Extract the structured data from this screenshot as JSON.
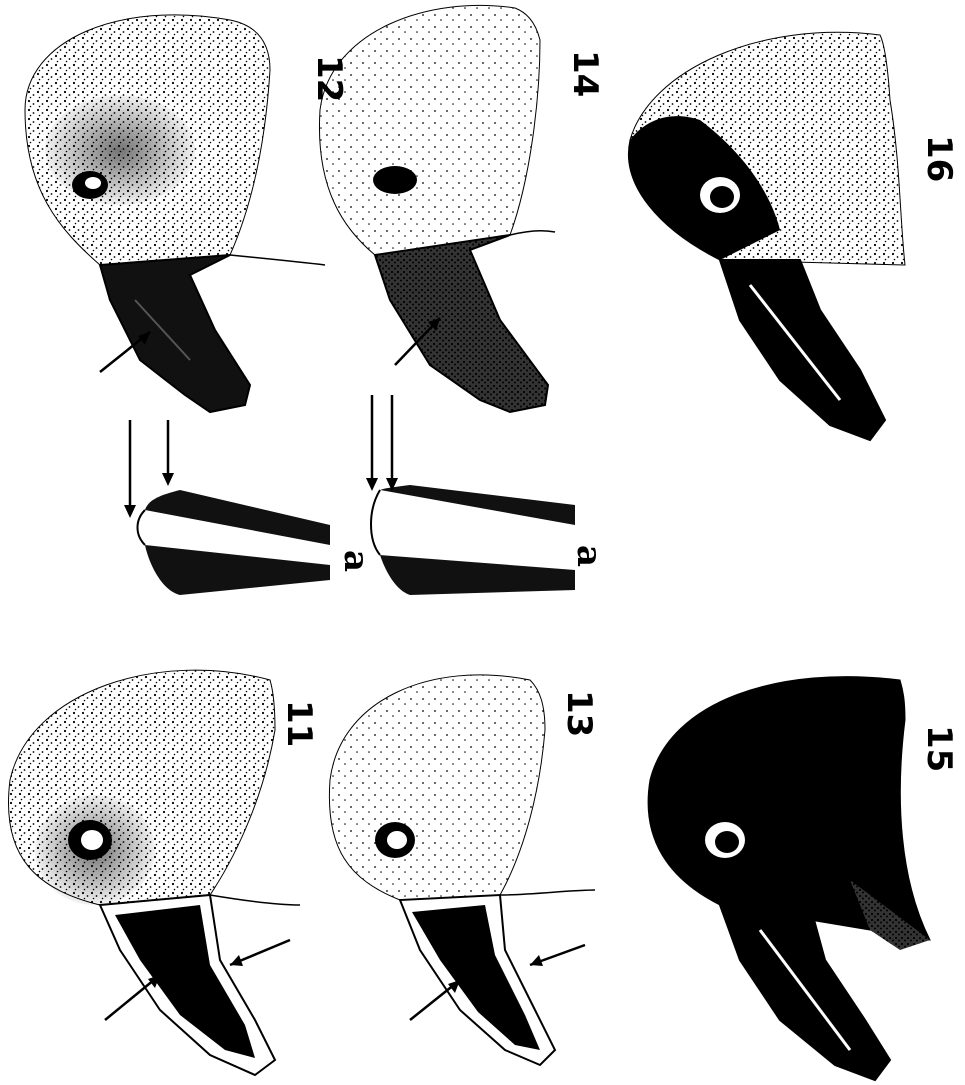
{
  "plate": {
    "figures": [
      {
        "id": "11",
        "label": "11"
      },
      {
        "id": "12",
        "label": "12"
      },
      {
        "id": "13",
        "label": "13"
      },
      {
        "id": "14",
        "label": "14"
      },
      {
        "id": "15",
        "label": "15"
      },
      {
        "id": "16",
        "label": "16"
      }
    ],
    "detail_labels": [
      "a",
      "a"
    ]
  }
}
